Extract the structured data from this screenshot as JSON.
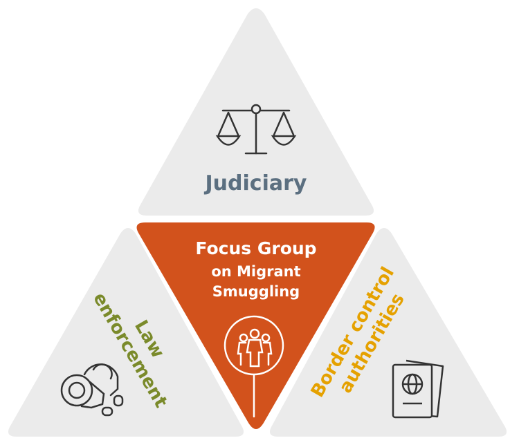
{
  "colors": {
    "panel": "#EBEBEB",
    "center": "#D2521C",
    "judiciary": "#5B6F80",
    "law": "#7A8A2A",
    "border": "#E5A100",
    "icon": "#333333"
  },
  "center": {
    "line1": "Focus Group",
    "line2": "on Migrant",
    "line3": "Smuggling",
    "icon": "magnifier-people-icon"
  },
  "top": {
    "label": "Judiciary",
    "icon": "scales-icon"
  },
  "left": {
    "line1": "Law",
    "line2": "enforcement",
    "icon": "handcuffs-icon"
  },
  "right": {
    "line1": "Border control",
    "line2": "authorities",
    "icon": "passport-icon"
  }
}
